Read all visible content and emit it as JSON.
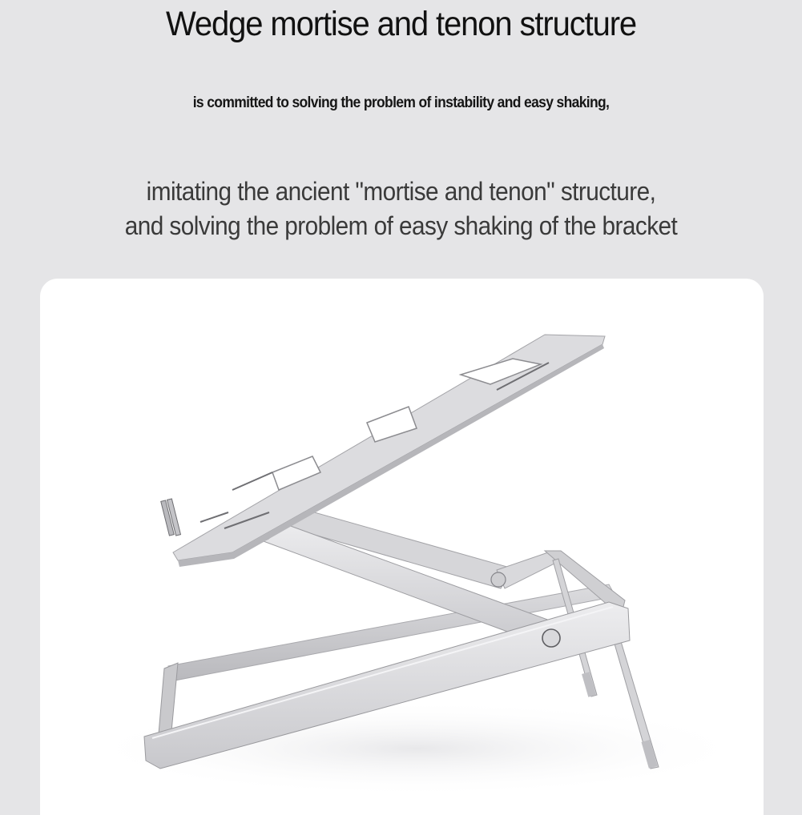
{
  "header": {
    "title": "Wedge mortise and tenon structure",
    "subtitle": "is committed to solving the problem of instability and easy shaking,",
    "description_lines": [
      "imitating the ancient \"mortise and tenon\" structure,",
      "and solving the problem of easy shaking of the bracket"
    ]
  },
  "product_image": {
    "subject": "foldable aluminum laptop stand",
    "colors": {
      "page_background": "#e5e5e7",
      "card_background": "#ffffff",
      "metal_light": "#e3e3e5",
      "metal_mid": "#c9c9cc",
      "metal_dark": "#8e8e92"
    }
  }
}
